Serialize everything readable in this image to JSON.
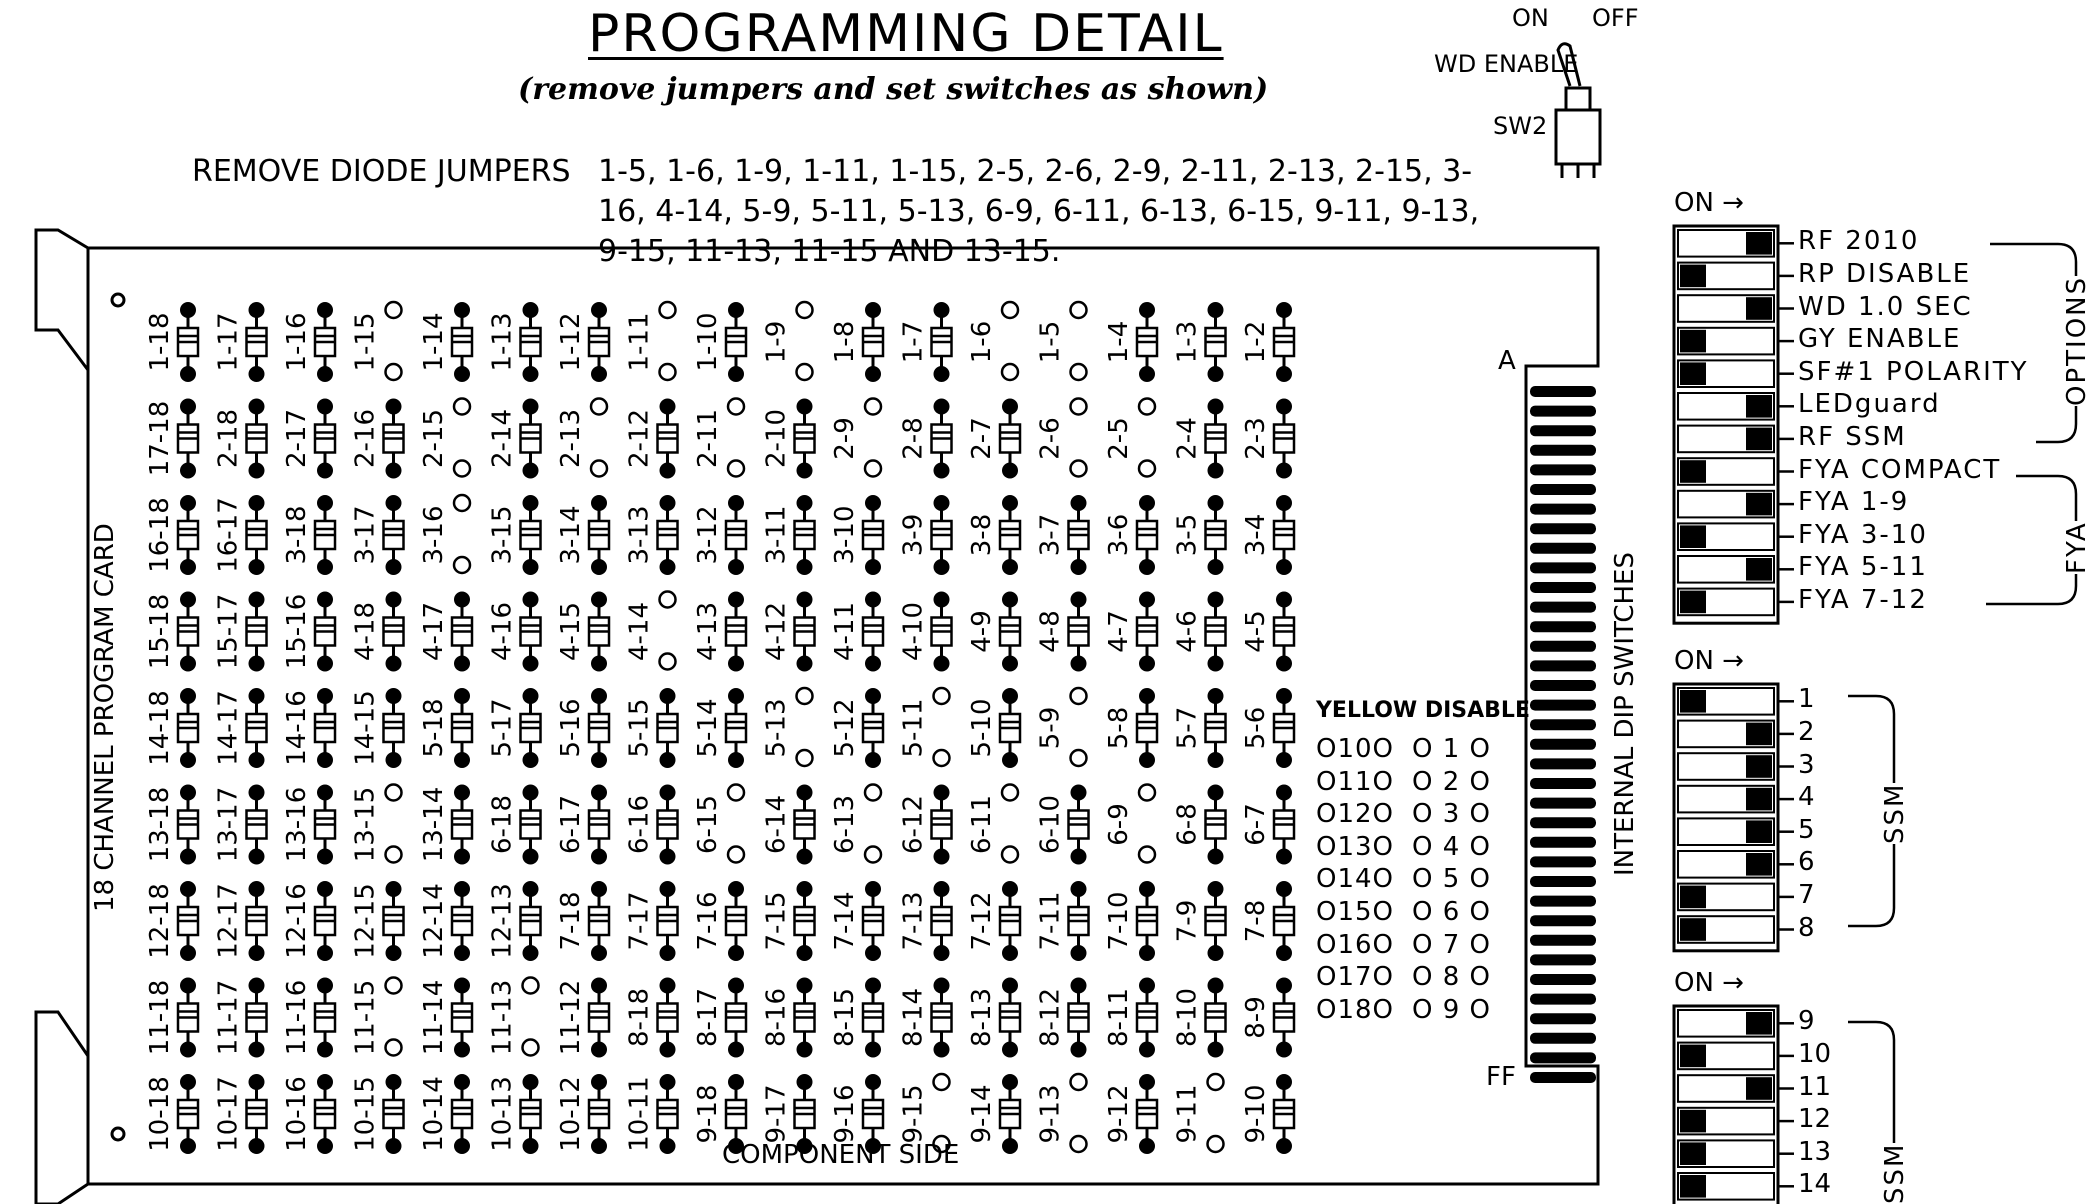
{
  "header": {
    "title": "PROGRAMMING DETAIL",
    "subtitle": "(remove jumpers and set switches as shown)",
    "remove_prefix": "REMOVE DIODE JUMPERS",
    "remove_list": "1-5, 1-6, 1-9, 1-11, 1-15, 2-5, 2-6, 2-9, 2-11, 2-13, 2-15, 3-16, 4-14, 5-9, 5-11, 5-13, 6-9, 6-11, 6-13, 6-15, 9-11, 9-13, 9-15, 11-13, 11-15 AND 13-15."
  },
  "toggle": {
    "on": "ON",
    "off": "OFF",
    "label": "WD ENABLE",
    "id": "SW2"
  },
  "board": {
    "card_label": "18 CHANNEL PROGRAM CARD",
    "component_side": "COMPONENT SIDE",
    "dip_label": "INTERNAL DIP SWITCHES",
    "edge_top": "A",
    "edge_bottom": "FF"
  },
  "jumper_columns": [
    [
      "1-18",
      "17-18",
      "16-18",
      "15-18",
      "14-18",
      "13-18",
      "12-18",
      "11-18",
      "10-18"
    ],
    [
      "1-17",
      "2-18",
      "16-17",
      "15-17",
      "14-17",
      "13-17",
      "12-17",
      "11-17",
      "10-17"
    ],
    [
      "1-16",
      "2-17",
      "3-18",
      "15-16",
      "14-16",
      "13-16",
      "12-16",
      "11-16",
      "10-16"
    ],
    [
      "1-15",
      "2-16",
      "3-17",
      "4-18",
      "14-15",
      "13-15",
      "12-15",
      "11-15",
      "10-15"
    ],
    [
      "1-14",
      "2-15",
      "3-16",
      "4-17",
      "5-18",
      "13-14",
      "12-14",
      "11-14",
      "10-14"
    ],
    [
      "1-13",
      "2-14",
      "3-15",
      "4-16",
      "5-17",
      "6-18",
      "12-13",
      "11-13",
      "10-13"
    ],
    [
      "1-12",
      "2-13",
      "3-14",
      "4-15",
      "5-16",
      "6-17",
      "7-18",
      "11-12",
      "10-12"
    ],
    [
      "1-11",
      "2-12",
      "3-13",
      "4-14",
      "5-15",
      "6-16",
      "7-17",
      "8-18",
      "10-11"
    ],
    [
      "1-10",
      "2-11",
      "3-12",
      "4-13",
      "5-14",
      "6-15",
      "7-16",
      "8-17",
      "9-18"
    ],
    [
      "1-9",
      "2-10",
      "3-11",
      "4-12",
      "5-13",
      "6-14",
      "7-15",
      "8-16",
      "9-17"
    ],
    [
      "1-8",
      "2-9",
      "3-10",
      "4-11",
      "5-12",
      "6-13",
      "7-14",
      "8-15",
      "9-16"
    ],
    [
      "1-7",
      "2-8",
      "3-9",
      "4-10",
      "5-11",
      "6-12",
      "7-13",
      "8-14",
      "9-15"
    ],
    [
      "1-6",
      "2-7",
      "3-8",
      "4-9",
      "5-10",
      "6-11",
      "7-12",
      "8-13",
      "9-14"
    ],
    [
      "1-5",
      "2-6",
      "3-7",
      "4-8",
      "5-9",
      "6-10",
      "7-11",
      "8-12",
      "9-13"
    ],
    [
      "1-4",
      "2-5",
      "3-6",
      "4-7",
      "5-8",
      "6-9",
      "7-10",
      "8-11",
      "9-12"
    ],
    [
      "1-3",
      "2-4",
      "3-5",
      "4-6",
      "5-7",
      "6-8",
      "7-9",
      "8-10",
      "9-11"
    ],
    [
      "1-2",
      "2-3",
      "3-4",
      "4-5",
      "5-6",
      "6-7",
      "7-8",
      "8-9",
      "9-10"
    ]
  ],
  "removed_jumpers": [
    "1-5",
    "1-6",
    "1-9",
    "1-11",
    "1-15",
    "2-5",
    "2-6",
    "2-9",
    "2-11",
    "2-13",
    "2-15",
    "3-16",
    "4-14",
    "5-9",
    "5-11",
    "5-13",
    "6-9",
    "6-11",
    "6-13",
    "6-15",
    "9-11",
    "9-13",
    "9-15",
    "11-13",
    "11-15",
    "13-15"
  ],
  "yellow_disable": {
    "title": "YELLOW DISABLE",
    "rows": [
      [
        "10",
        "1"
      ],
      [
        "11",
        "2"
      ],
      [
        "12",
        "3"
      ],
      [
        "13",
        "4"
      ],
      [
        "14",
        "5"
      ],
      [
        "15",
        "6"
      ],
      [
        "16",
        "7"
      ],
      [
        "17",
        "8"
      ],
      [
        "18",
        "9"
      ]
    ]
  },
  "options_bank": {
    "on_label": "ON →",
    "group_labels": [
      "OPTIONS",
      "FYA"
    ],
    "switches": [
      {
        "label": "RF 2010",
        "state": "off"
      },
      {
        "label": "RP DISABLE",
        "state": "on"
      },
      {
        "label": "WD 1.0 SEC",
        "state": "off"
      },
      {
        "label": "GY ENABLE",
        "state": "on"
      },
      {
        "label": "SF#1 POLARITY",
        "state": "on"
      },
      {
        "label": "LEDguard",
        "state": "off"
      },
      {
        "label": "RF SSM",
        "state": "off"
      },
      {
        "label": "FYA COMPACT",
        "state": "on"
      },
      {
        "label": "FYA 1-9",
        "state": "off"
      },
      {
        "label": "FYA 3-10",
        "state": "on"
      },
      {
        "label": "FYA 5-11",
        "state": "off"
      },
      {
        "label": "FYA 7-12",
        "state": "on"
      }
    ]
  },
  "ssm_bank_1": {
    "on_label": "ON →",
    "group_label": "SSM",
    "switches": [
      {
        "label": "1",
        "state": "on"
      },
      {
        "label": "2",
        "state": "off"
      },
      {
        "label": "3",
        "state": "off"
      },
      {
        "label": "4",
        "state": "off"
      },
      {
        "label": "5",
        "state": "off"
      },
      {
        "label": "6",
        "state": "off"
      },
      {
        "label": "7",
        "state": "on"
      },
      {
        "label": "8",
        "state": "on"
      }
    ]
  },
  "ssm_bank_2": {
    "on_label": "ON →",
    "group_label": "SSM",
    "switches": [
      {
        "label": "9",
        "state": "off"
      },
      {
        "label": "10",
        "state": "on"
      },
      {
        "label": "11",
        "state": "off"
      },
      {
        "label": "12",
        "state": "on"
      },
      {
        "label": "13",
        "state": "on"
      },
      {
        "label": "14",
        "state": "on"
      }
    ]
  }
}
